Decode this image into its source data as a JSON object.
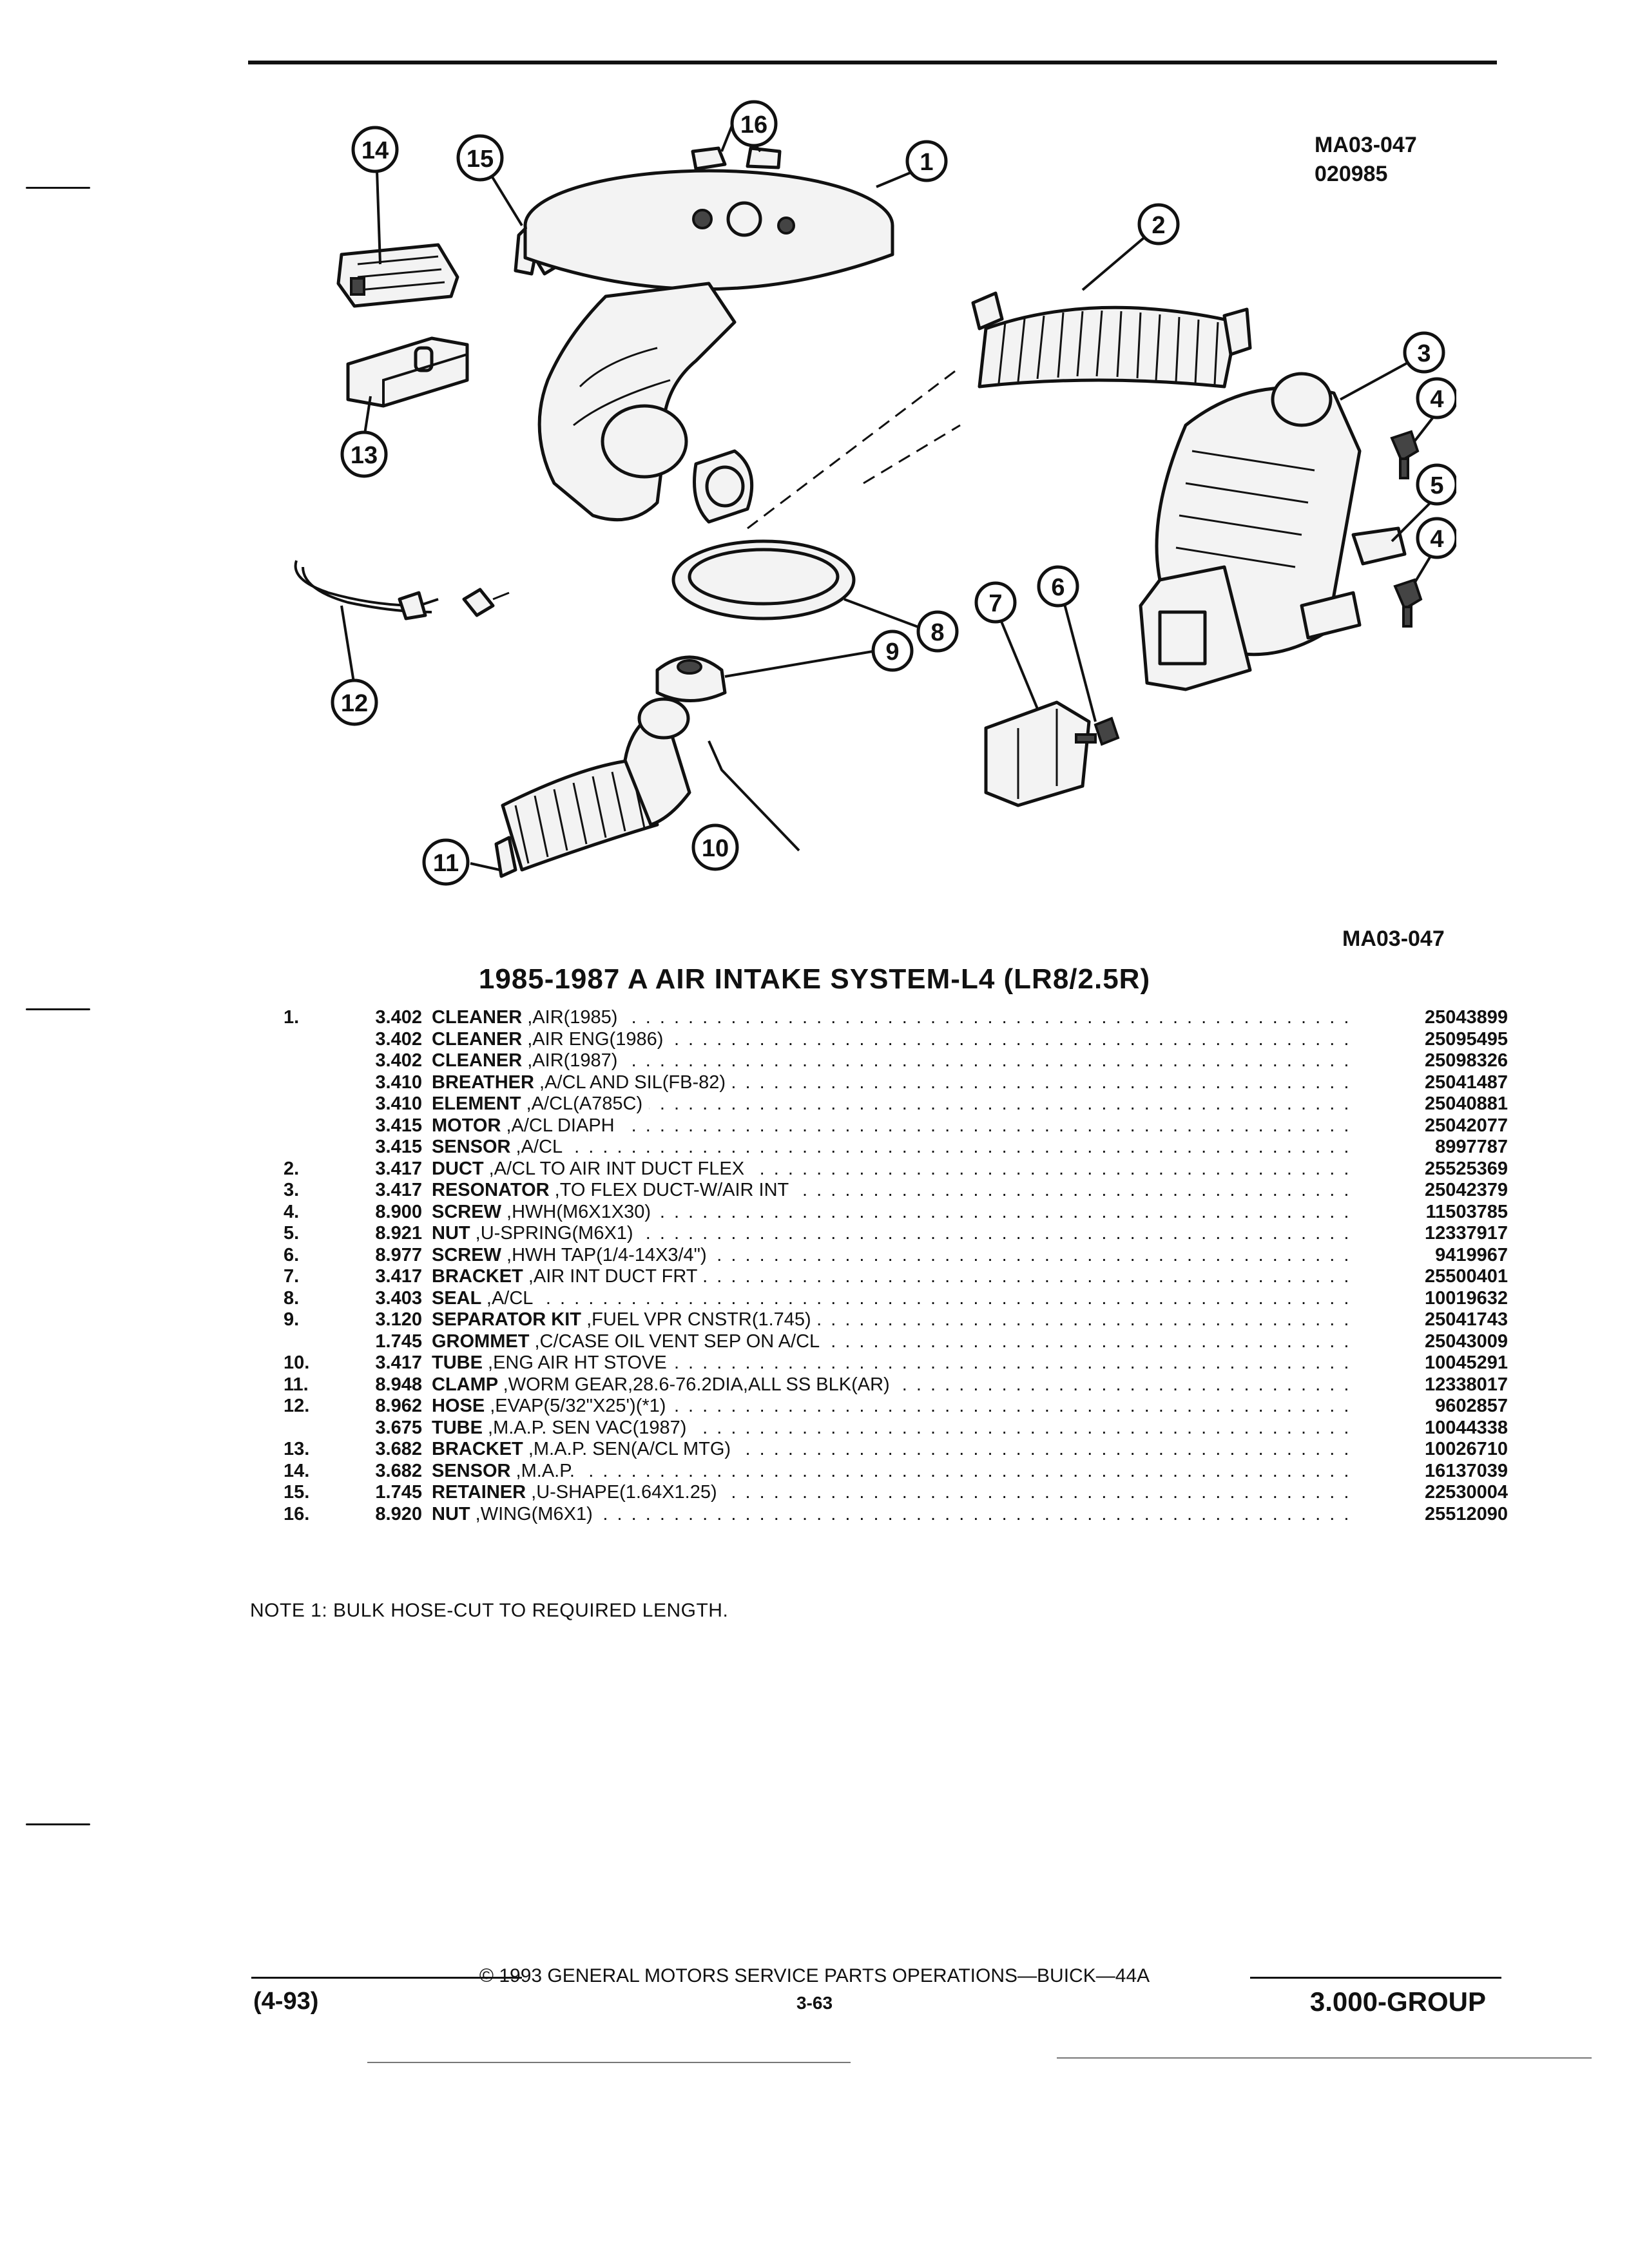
{
  "figure": {
    "code": "MA03-047",
    "date_code": "020985",
    "bottom_code": "MA03-047",
    "callouts": [
      "1",
      "2",
      "3",
      "4",
      "4",
      "5",
      "6",
      "7",
      "8",
      "9",
      "10",
      "11",
      "12",
      "13",
      "14",
      "15",
      "16"
    ]
  },
  "section_title": "1985-1987 A AIR INTAKE SYSTEM-L4 (LR8/2.5R)",
  "parts": [
    {
      "item": "1.",
      "group": "3.402",
      "name": "CLEANER",
      "detail": ",AIR(1985)",
      "part_no": "25043899"
    },
    {
      "item": "",
      "group": "3.402",
      "name": "CLEANER",
      "detail": ",AIR ENG(1986)",
      "part_no": "25095495"
    },
    {
      "item": "",
      "group": "3.402",
      "name": "CLEANER",
      "detail": ",AIR(1987)",
      "part_no": "25098326"
    },
    {
      "item": "",
      "group": "3.410",
      "name": "BREATHER",
      "detail": ",A/CL AND SIL(FB-82)",
      "part_no": "25041487"
    },
    {
      "item": "",
      "group": "3.410",
      "name": "ELEMENT",
      "detail": ",A/CL(A785C)",
      "part_no": "25040881"
    },
    {
      "item": "",
      "group": "3.415",
      "name": "MOTOR",
      "detail": ",A/CL DIAPH",
      "part_no": "25042077"
    },
    {
      "item": "",
      "group": "3.415",
      "name": "SENSOR",
      "detail": ",A/CL",
      "part_no": "8997787"
    },
    {
      "item": "2.",
      "group": "3.417",
      "name": "DUCT",
      "detail": ",A/CL TO AIR INT DUCT FLEX",
      "part_no": "25525369"
    },
    {
      "item": "3.",
      "group": "3.417",
      "name": "RESONATOR",
      "detail": ",TO FLEX DUCT-W/AIR INT",
      "part_no": "25042379"
    },
    {
      "item": "4.",
      "group": "8.900",
      "name": "SCREW",
      "detail": ",HWH(M6X1X30)",
      "part_no": "11503785"
    },
    {
      "item": "5.",
      "group": "8.921",
      "name": "NUT",
      "detail": ",U-SPRING(M6X1)",
      "part_no": "12337917"
    },
    {
      "item": "6.",
      "group": "8.977",
      "name": "SCREW",
      "detail": ",HWH TAP(1/4-14X3/4\")",
      "part_no": "9419967"
    },
    {
      "item": "7.",
      "group": "3.417",
      "name": "BRACKET",
      "detail": ",AIR INT DUCT FRT",
      "part_no": "25500401"
    },
    {
      "item": "8.",
      "group": "3.403",
      "name": "SEAL",
      "detail": ",A/CL",
      "part_no": "10019632"
    },
    {
      "item": "9.",
      "group": "3.120",
      "name": "SEPARATOR KIT",
      "detail": ",FUEL VPR CNSTR(1.745)",
      "part_no": "25041743"
    },
    {
      "item": "",
      "group": "1.745",
      "name": "GROMMET",
      "detail": ",C/CASE OIL VENT SEP ON A/CL",
      "part_no": "25043009"
    },
    {
      "item": "10.",
      "group": "3.417",
      "name": "TUBE",
      "detail": ",ENG AIR HT STOVE",
      "part_no": "10045291"
    },
    {
      "item": "11.",
      "group": "8.948",
      "name": "CLAMP",
      "detail": ",WORM GEAR,28.6-76.2DIA,ALL SS BLK(AR)",
      "part_no": "12338017"
    },
    {
      "item": "12.",
      "group": "8.962",
      "name": "HOSE",
      "detail": ",EVAP(5/32\"X25')(*1)",
      "part_no": "9602857"
    },
    {
      "item": "",
      "group": "3.675",
      "name": "TUBE",
      "detail": ",M.A.P. SEN VAC(1987)",
      "part_no": "10044338"
    },
    {
      "item": "13.",
      "group": "3.682",
      "name": "BRACKET",
      "detail": ",M.A.P. SEN(A/CL MTG)",
      "part_no": "10026710"
    },
    {
      "item": "14.",
      "group": "3.682",
      "name": "SENSOR",
      "detail": ",M.A.P.",
      "part_no": "16137039"
    },
    {
      "item": "15.",
      "group": "1.745",
      "name": "RETAINER",
      "detail": ",U-SHAPE(1.64X1.25)",
      "part_no": "22530004"
    },
    {
      "item": "16.",
      "group": "8.920",
      "name": "NUT",
      "detail": ",WING(M6X1)",
      "part_no": "25512090"
    }
  ],
  "note": "NOTE 1: BULK HOSE-CUT TO REQUIRED LENGTH.",
  "footer": {
    "center": "© 1993 GENERAL MOTORS SERVICE PARTS OPERATIONS—BUICK—44A",
    "page": "3-63",
    "date": "(4-93)",
    "group": "3.000-GROUP"
  }
}
